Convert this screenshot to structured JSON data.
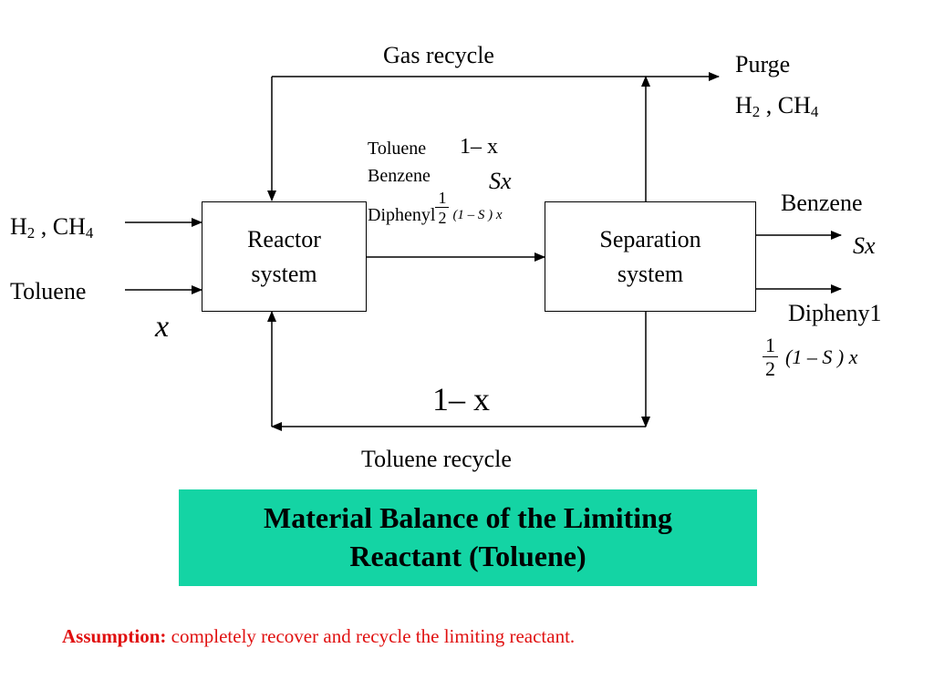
{
  "diagram": {
    "top_label": "Gas recycle",
    "bottom_label": "Toluene recycle",
    "purge": {
      "line1": "Purge",
      "h2": "H",
      "h2_sub": "2",
      "sep": " , CH",
      "ch4_sub": "4"
    },
    "feed": {
      "h2": "H",
      "h2_sub": "2",
      "sep": " , CH",
      "ch4_sub": "4",
      "toluene": "Toluene",
      "x": "x"
    },
    "reactor": {
      "line1": "Reactor",
      "line2": "system"
    },
    "separation": {
      "line1": "Separation",
      "line2": "system"
    },
    "stream_labels": {
      "toluene": "Toluene",
      "toluene_expr": "1– x",
      "benzene": "Benzene",
      "benzene_expr": "Sx",
      "diphenyl": "Diphenyl",
      "diphenyl_num": "1",
      "diphenyl_den": "2",
      "diphenyl_rest": "(1 – S ) x"
    },
    "outputs": {
      "benzene": "Benzene",
      "benzene_expr": "Sx",
      "diphenyl": "Dipheny1",
      "diphenyl_num": "1",
      "diphenyl_den": "2",
      "diphenyl_rest": "(1 – S ) x"
    },
    "recycle_expr": "1– x"
  },
  "title": {
    "line1": "Material Balance of the Limiting",
    "line2": "Reactant (Toluene)"
  },
  "assumption": {
    "label": "Assumption:",
    "text": " completely recover and recycle the limiting reactant."
  },
  "colors": {
    "title_bg": "#14d4a4",
    "assumption": "#e01010"
  }
}
